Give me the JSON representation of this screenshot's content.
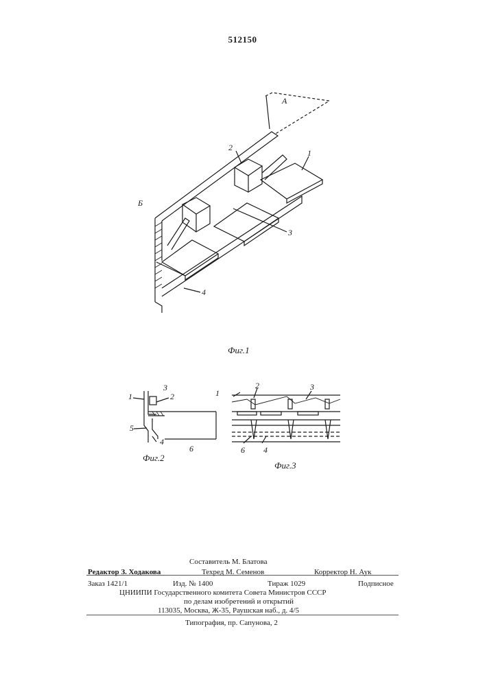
{
  "patent_number": "512150",
  "figures": {
    "fig1": {
      "caption": "Фиг.1",
      "labels": {
        "a": "А",
        "b": "Б",
        "l1": "1",
        "l2": "2",
        "l3": "3",
        "l4": "4"
      }
    },
    "fig2": {
      "caption": "Фиг.2",
      "labels": {
        "l1": "1",
        "l2": "2",
        "l3": "3",
        "l4": "4",
        "l5": "5",
        "l6": "6"
      }
    },
    "fig3": {
      "caption": "Фиг.3",
      "labels": {
        "l1": "1",
        "l2": "2",
        "l3": "3",
        "l4": "4",
        "l6": "6"
      }
    }
  },
  "colophon": {
    "compiler": "Составитель М. Блатова",
    "editor": "Редактор З. Ходакова",
    "techred": "Техред М. Семенов",
    "corrector": "Корректор Н. Аук",
    "order": "Заказ 1421/1",
    "issue": "Изд. № 1400",
    "circulation": "Тираж 1029",
    "subscription": "Подписное",
    "org_line1": "ЦНИИПИ Государственного комитета Совета Министров СССР",
    "org_line2": "по делам изобретений и открытий",
    "address": "113035, Москва, Ж-35, Раушская наб., д. 4/5",
    "printer": "Типография, пр. Сапунова, 2"
  }
}
